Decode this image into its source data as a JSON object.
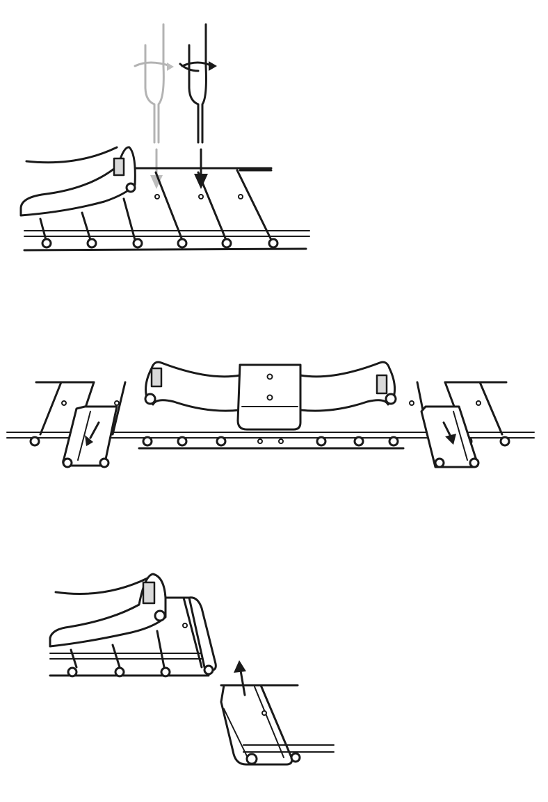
{
  "title": "",
  "steps": [
    {
      "id": "step-1-remove-pin",
      "tools": [
        "screwdriver-ghost-icon",
        "screwdriver-icon"
      ],
      "arrows": [
        "rotate-arrow-icon",
        "down-arrow-icon"
      ]
    },
    {
      "id": "step-2-slide-links-out",
      "arrows": [
        "down-left-arrow-icon",
        "down-left-arrow-icon"
      ]
    },
    {
      "id": "step-3-reinsert-link",
      "arrows": [
        "up-arrow-icon"
      ]
    }
  ],
  "colors": {
    "ink": "#1a1a1a",
    "ghost": "#b3b3b3",
    "background": "#ffffff"
  }
}
